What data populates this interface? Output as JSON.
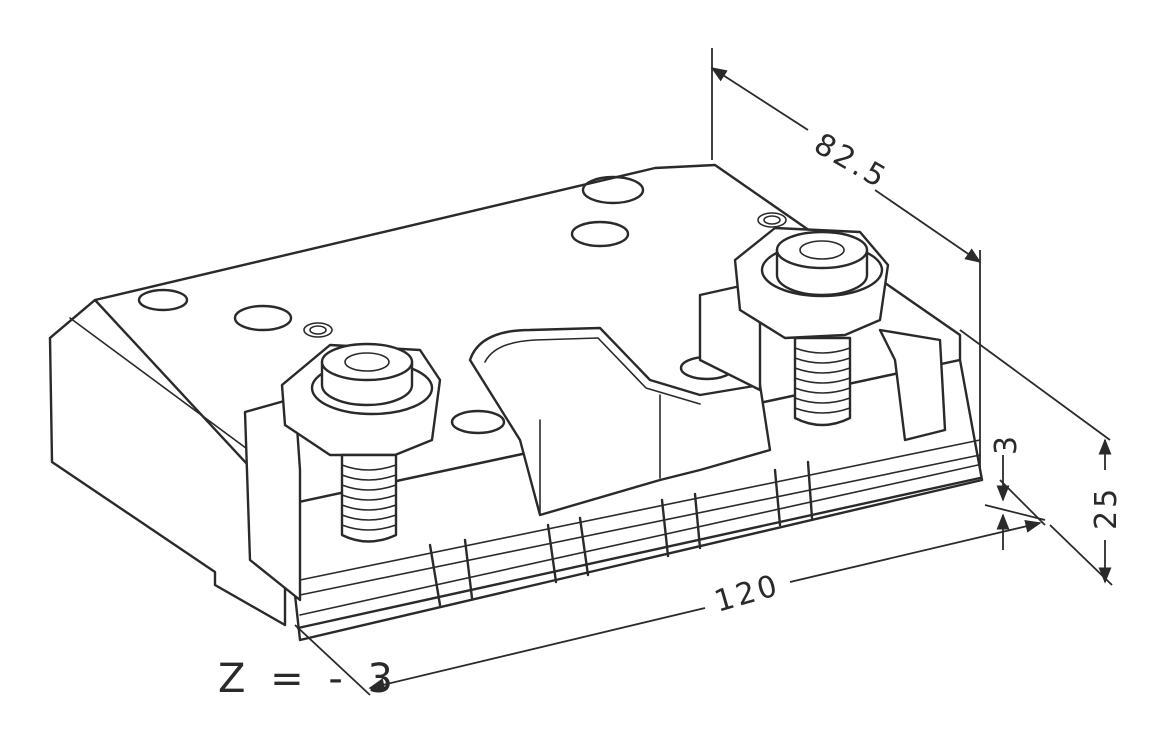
{
  "dimensions": {
    "length": "120",
    "depth": "82.5",
    "height": "25",
    "step": "3"
  },
  "z_label": "Z = - 3",
  "colors": {
    "line": "#2a2a2a",
    "background": "#ffffff"
  }
}
